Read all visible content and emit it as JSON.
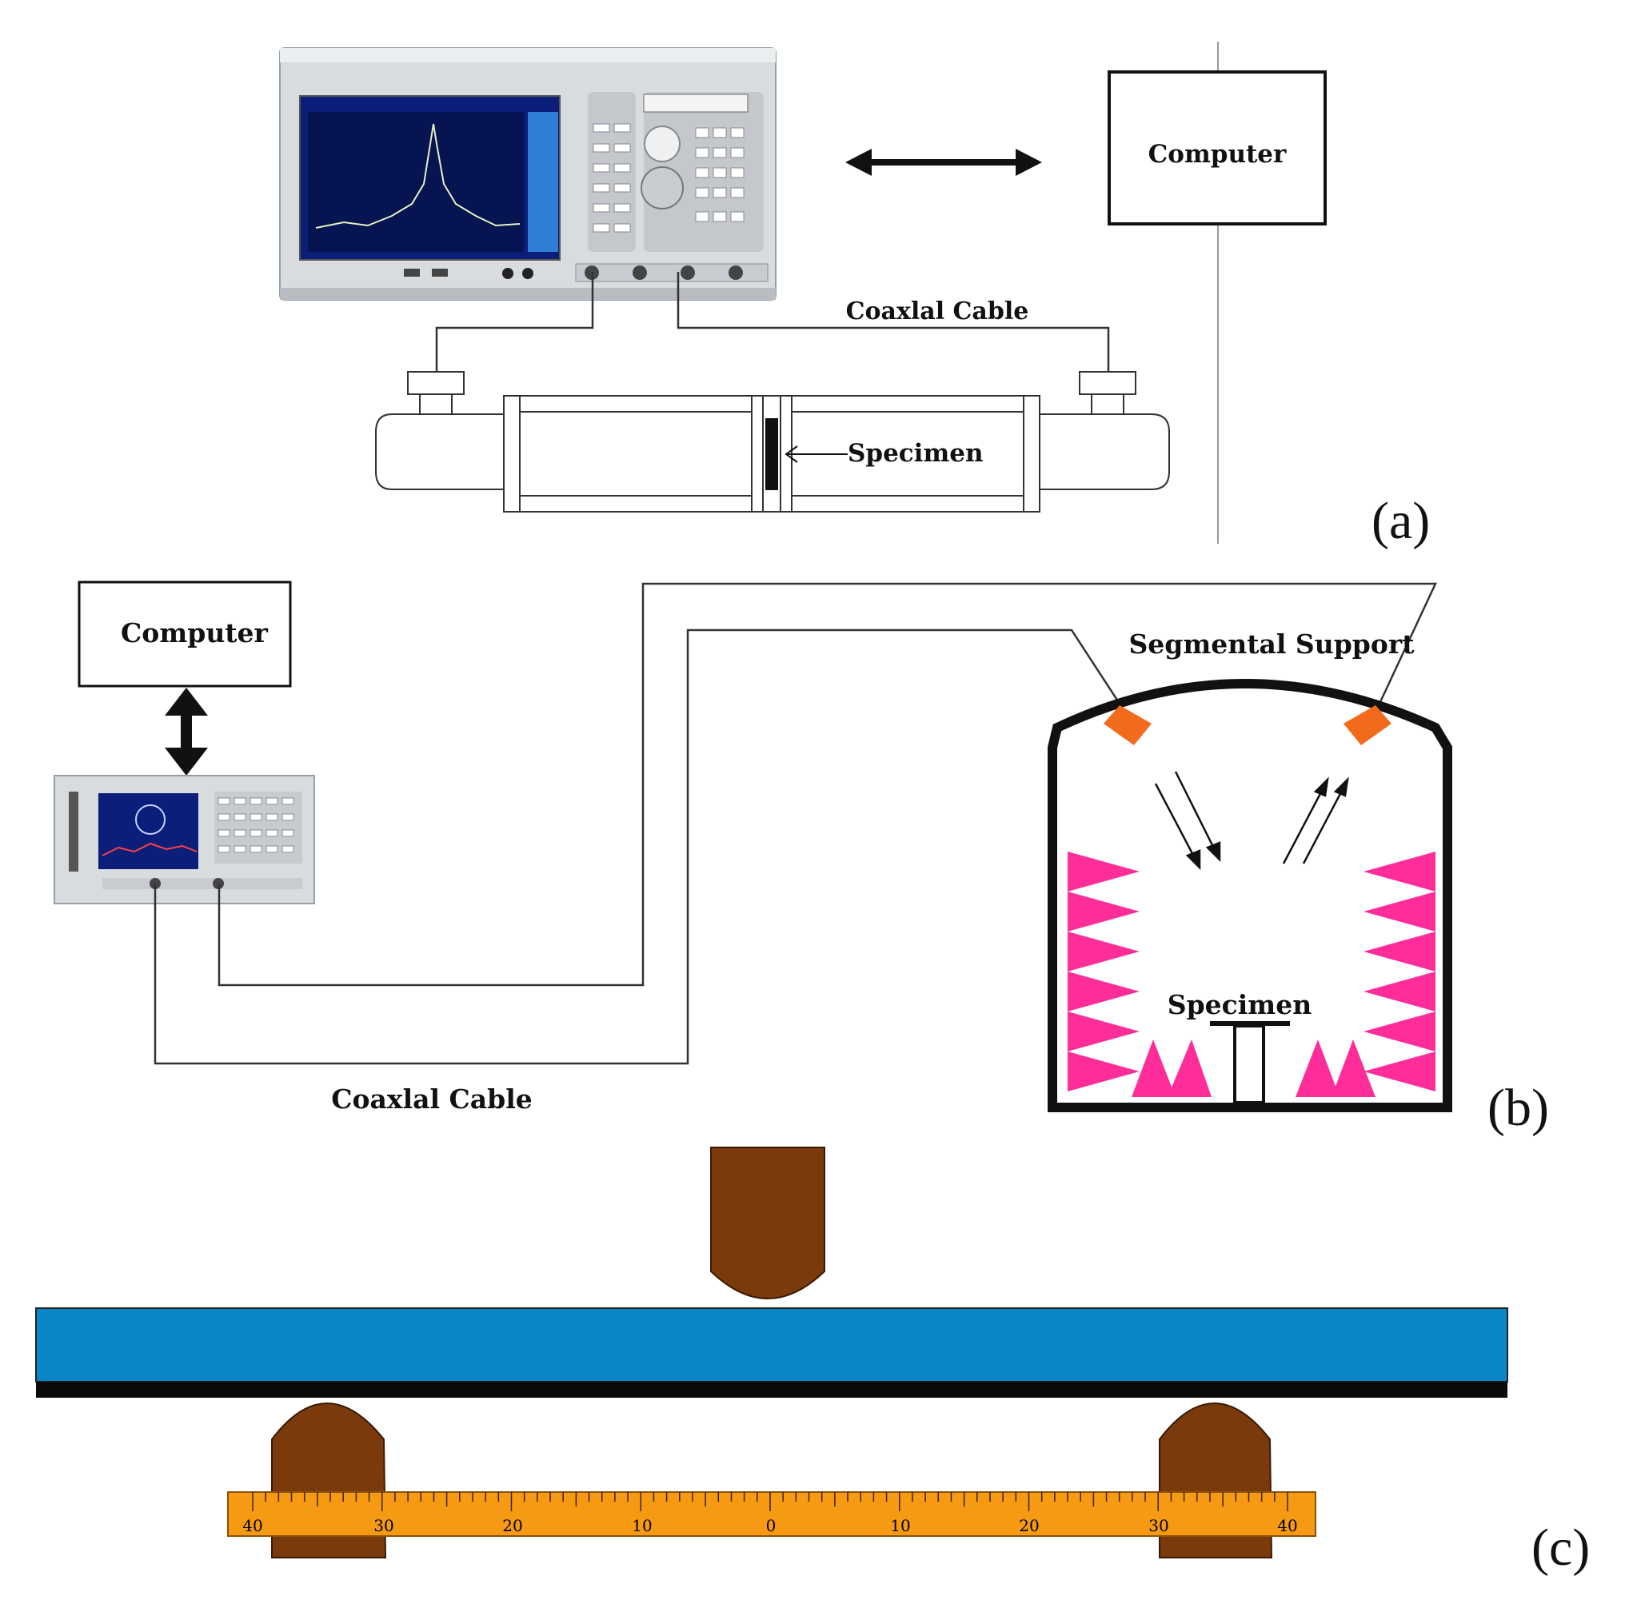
{
  "panel_a": {
    "computer_label": "Computer",
    "cable_label": "Coaxlal Cable",
    "specimen_label": "Specimen",
    "panel_tag": "(a)"
  },
  "panel_b": {
    "computer_label": "Computer",
    "cable_label": "Coaxlal Cable",
    "support_label": "Segmental Support",
    "specimen_label": "Specimen",
    "panel_tag": "(b)"
  },
  "panel_c": {
    "panel_tag": "(c)",
    "ruler_ticks": [
      "40",
      "30",
      "20",
      "10",
      "0",
      "10",
      "20",
      "30",
      "40"
    ]
  },
  "colors": {
    "absorber": "#ff2d9a",
    "antenna": "#f26b1d",
    "beam": "#0a86c6",
    "roller": "#7a3a0c",
    "ruler": "#f59a12",
    "analyzer_body": "#d9dcde",
    "screen": "#0b1f7a"
  },
  "icons": {
    "analyzer_a": "network-analyzer-icon",
    "analyzer_b": "network-analyzer-icon"
  }
}
